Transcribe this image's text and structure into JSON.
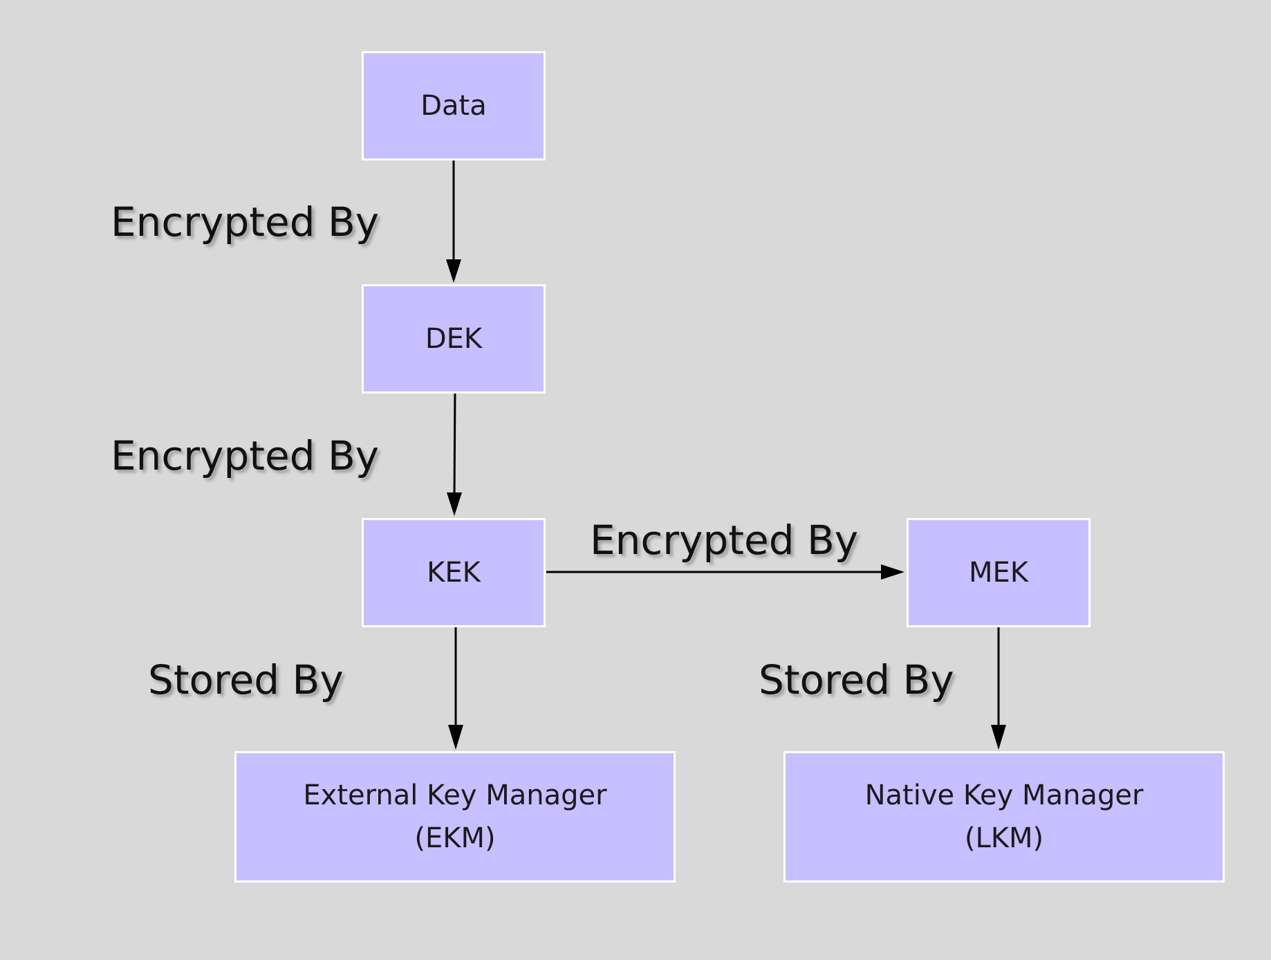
{
  "nodes": {
    "data": {
      "label": "Data"
    },
    "dek": {
      "label": "DEK"
    },
    "kek": {
      "label": "KEK"
    },
    "mek": {
      "label": "MEK"
    },
    "ekm": {
      "line1": "External Key Manager",
      "line2": "(EKM)"
    },
    "lkm": {
      "line1": "Native Key Manager",
      "line2": "(LKM)"
    }
  },
  "edges": {
    "data_to_dek": "Encrypted By",
    "dek_to_kek": "Encrypted By",
    "kek_to_mek": "Encrypted By",
    "kek_to_ekm": "Stored By",
    "mek_to_lkm": "Stored By"
  },
  "colors": {
    "background": "#d9d9d9",
    "node_fill": "#c7bfff",
    "node_border": "#ffffff",
    "arrow": "#000000"
  }
}
